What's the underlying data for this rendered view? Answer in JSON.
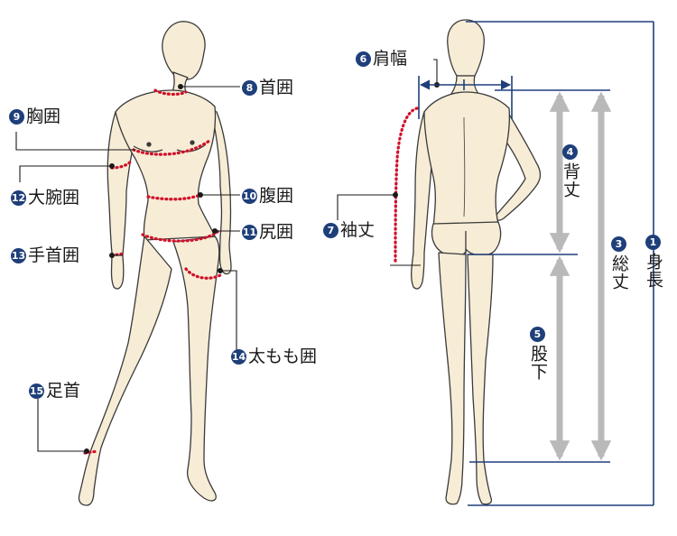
{
  "colors": {
    "skin": "#f7ecd6",
    "outline": "#3a3a3a",
    "dotted": "#d0102a",
    "navy": "#1f3f7a",
    "gray_arrow": "#b9b9b9"
  },
  "labels": {
    "l1": {
      "num": "1",
      "text": "身長"
    },
    "l3": {
      "num": "3",
      "text": "総丈"
    },
    "l4": {
      "num": "4",
      "text": "背丈"
    },
    "l5": {
      "num": "5",
      "text": "股下"
    },
    "l6": {
      "num": "6",
      "text": "肩幅"
    },
    "l7": {
      "num": "7",
      "text": "袖丈"
    },
    "l8": {
      "num": "8",
      "text": "首囲"
    },
    "l9": {
      "num": "9",
      "text": "胸囲"
    },
    "l10": {
      "num": "10",
      "text": "腹囲"
    },
    "l11": {
      "num": "11",
      "text": "尻囲"
    },
    "l12": {
      "num": "12",
      "text": "大腕囲"
    },
    "l13": {
      "num": "13",
      "text": "手首囲"
    },
    "l14": {
      "num": "14",
      "text": "太もも囲"
    },
    "l15": {
      "num": "15",
      "text": "足首"
    }
  }
}
